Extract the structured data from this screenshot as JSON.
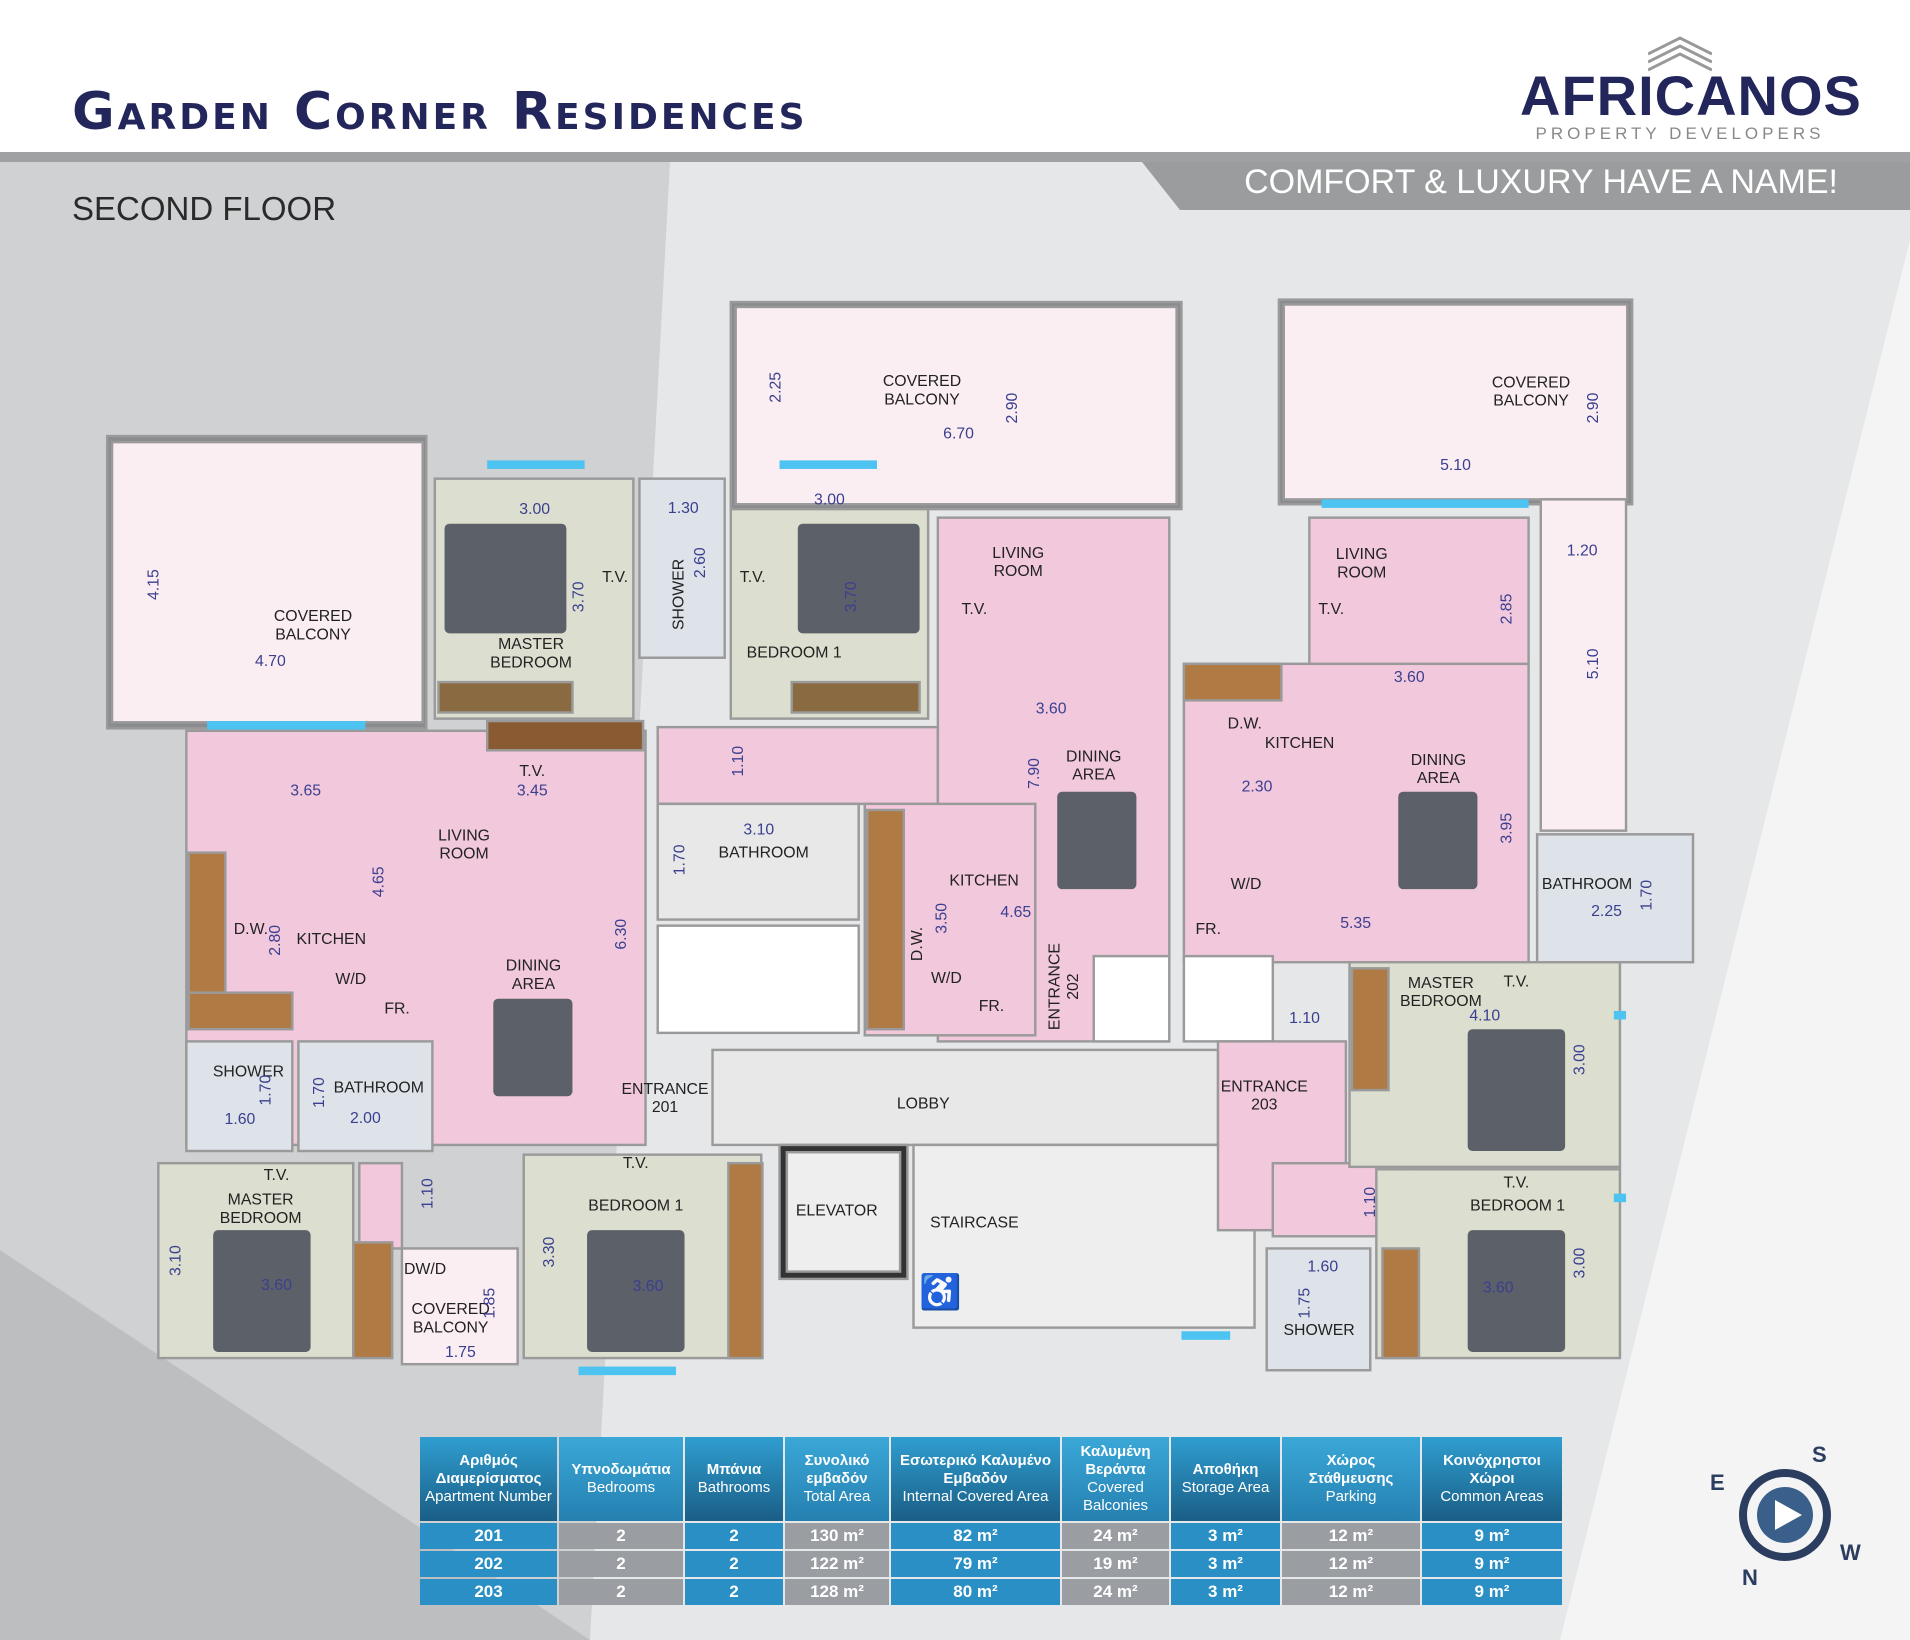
{
  "header": {
    "title": "Garden Corner Residences",
    "floor": "SECOND FLOOR",
    "slogan": "COMFORT & LUXURY HAVE A NAME!",
    "logo_main": "AFRICANOS",
    "logo_sub": "PROPERTY DEVELOPERS"
  },
  "colors": {
    "brand_navy": "#23265a",
    "table_blue": "#2a8fc4",
    "table_grey": "#9a9ea3",
    "dimension_orange": "#f08a24",
    "floor_pink": "#f2c8dc"
  },
  "floor_plan": {
    "labels": [
      "COVERED\nBALCONY",
      "MASTER\nBEDROOM",
      "SHOWER",
      "BEDROOM 1",
      "T.V.",
      "T.V.",
      "COVERED\nBALCONY",
      "LIVING\nROOM",
      "T.V.",
      "DINING\nAREA",
      "KITCHEN",
      "BATHROOM",
      "LIVING\nROOM",
      "T.V.",
      "KITCHEN",
      "D.W.",
      "W/D",
      "FR.",
      "DINING\nAREA",
      "ENTRANCE\n201",
      "SHOWER",
      "BATHROOM",
      "T.V.",
      "MASTER\nBEDROOM",
      "DW/D",
      "COVERED\nBALCONY",
      "T.V.",
      "BEDROOM 1",
      "LOBBY",
      "ELEVATOR",
      "STAIRCASE",
      "ENTRANCE\n202",
      "D.W.",
      "W/D",
      "FR.",
      "D.W.",
      "COVERED\nBALCONY",
      "LIVING\nROOM",
      "T.V.",
      "KITCHEN",
      "DINING\nAREA",
      "W/D",
      "FR.",
      "BATHROOM",
      "MASTER\nBEDROOM",
      "T.V.",
      "ENTRANCE\n203",
      "T.V.",
      "BEDROOM 1",
      "SHOWER"
    ],
    "dimensions": [
      "4.15",
      "4.70",
      "3.00",
      "3.70",
      "1.30",
      "2.60",
      "3.00",
      "3.70",
      "2.25",
      "6.70",
      "2.90",
      "3.60",
      "7.90",
      "1.10",
      "3.65",
      "3.45",
      "4.65",
      "2.80",
      "6.30",
      "3.10",
      "1.70",
      "4.65",
      "3.50",
      "1.70",
      "1.60",
      "1.70",
      "2.00",
      "1.10",
      "3.10",
      "3.60",
      "1.85",
      "1.75",
      "3.30",
      "3.60",
      "5.10",
      "2.90",
      "1.20",
      "5.10",
      "2.85",
      "3.60",
      "2.30",
      "3.95",
      "5.35",
      "2.25",
      "1.70",
      "1.10",
      "4.10",
      "3.00",
      "1.10",
      "1.60",
      "1.75",
      "3.60",
      "3.00"
    ],
    "accessibility_icon": "wheelchair-icon"
  },
  "table": {
    "headers": [
      {
        "el": "Αριθμός Διαμερίσματος",
        "en": "Apartment Number"
      },
      {
        "el": "Υπνοδωμάτια",
        "en": "Bedrooms"
      },
      {
        "el": "Μπάνια",
        "en": "Bathrooms"
      },
      {
        "el": "Συνολικό εμβαδόν",
        "en": "Total Area"
      },
      {
        "el": "Εσωτερικό Καλυμένο Εμβαδόν",
        "en": "Internal Covered Area"
      },
      {
        "el": "Καλυμένη Βεράντα",
        "en": "Covered Balconies"
      },
      {
        "el": "Αποθήκη",
        "en": "Storage Area"
      },
      {
        "el": "Χώρος Στάθμευσης",
        "en": "Parking"
      },
      {
        "el": "Κοινόχρηστοι Χώροι",
        "en": "Common Areas"
      }
    ],
    "rows": [
      [
        "201",
        "2",
        "2",
        "130 m²",
        "82 m²",
        "24 m²",
        "3 m²",
        "12 m²",
        "9 m²"
      ],
      [
        "202",
        "2",
        "2",
        "122 m²",
        "79 m²",
        "19 m²",
        "3 m²",
        "12 m²",
        "9 m²"
      ],
      [
        "203",
        "2",
        "2",
        "128 m²",
        "80 m²",
        "24 m²",
        "3 m²",
        "12 m²",
        "9 m²"
      ]
    ]
  },
  "compass": {
    "letters": [
      "S",
      "E",
      "W",
      "N"
    ],
    "icon": "compass-icon"
  }
}
